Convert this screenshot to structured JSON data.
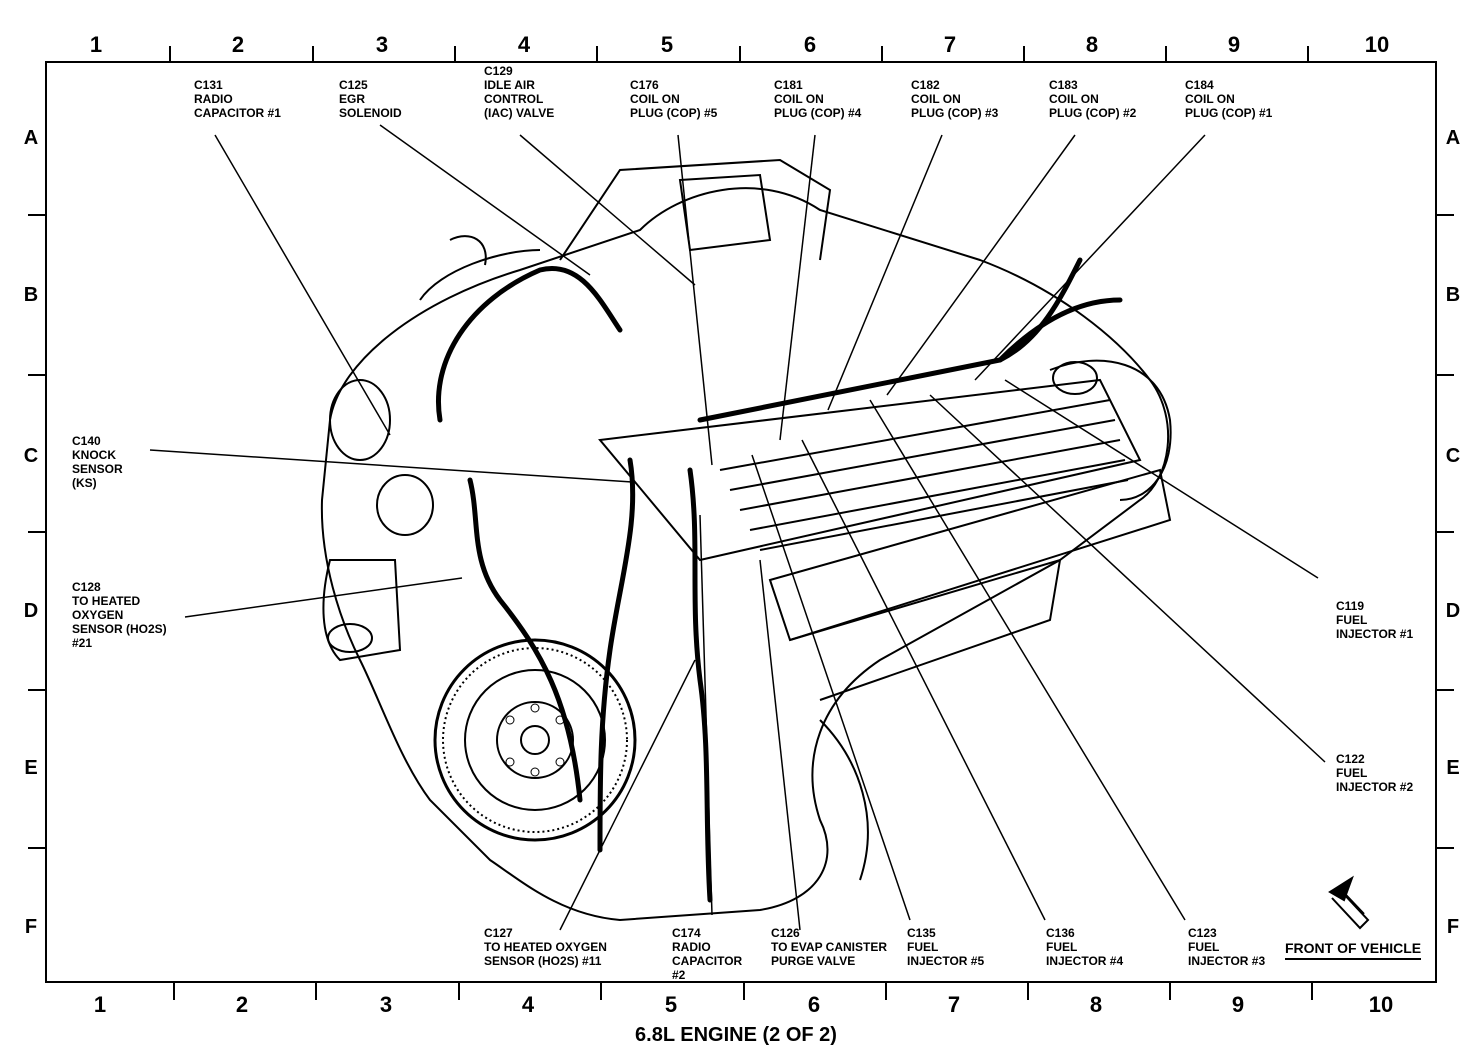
{
  "title": "6.8L ENGINE (2 OF 2)",
  "front_label": "FRONT OF VEHICLE",
  "columns": [
    "1",
    "2",
    "3",
    "4",
    "5",
    "6",
    "7",
    "8",
    "9",
    "10"
  ],
  "rows": [
    "A",
    "B",
    "C",
    "D",
    "E",
    "F"
  ],
  "callouts": [
    {
      "id": "c131",
      "text": "C131\nRADIO\nCAPACITOR #1"
    },
    {
      "id": "c125",
      "text": "C125\nEGR\nSOLENOID"
    },
    {
      "id": "c129",
      "text": "C129\nIDLE AIR\nCONTROL\n(IAC) VALVE"
    },
    {
      "id": "c176",
      "text": "C176\nCOIL ON\nPLUG (COP) #5"
    },
    {
      "id": "c181",
      "text": "C181\nCOIL ON\nPLUG (COP) #4"
    },
    {
      "id": "c182",
      "text": "C182\nCOIL ON\nPLUG (COP) #3"
    },
    {
      "id": "c183",
      "text": "C183\nCOIL ON\nPLUG (COP) #2"
    },
    {
      "id": "c184",
      "text": "C184\nCOIL ON\nPLUG (COP) #1"
    },
    {
      "id": "c140",
      "text": "C140\nKNOCK\nSENSOR\n(KS)"
    },
    {
      "id": "c128",
      "text": "C128\nTO HEATED\nOXYGEN\nSENSOR (HO2S)\n#21"
    },
    {
      "id": "c119",
      "text": "C119\nFUEL\nINJECTOR #1"
    },
    {
      "id": "c122",
      "text": "C122\nFUEL\nINJECTOR #2"
    },
    {
      "id": "c127",
      "text": "C127\nTO HEATED OXYGEN\nSENSOR (HO2S) #11"
    },
    {
      "id": "c174",
      "text": "C174\nRADIO\nCAPACITOR\n#2"
    },
    {
      "id": "c126",
      "text": "C126\nTO EVAP CANISTER\nPURGE VALVE"
    },
    {
      "id": "c135",
      "text": "C135\nFUEL\nINJECTOR #5"
    },
    {
      "id": "c136",
      "text": "C136\nFUEL\nINJECTOR #4"
    },
    {
      "id": "c123",
      "text": "C123\nFUEL\nINJECTOR #3"
    }
  ]
}
